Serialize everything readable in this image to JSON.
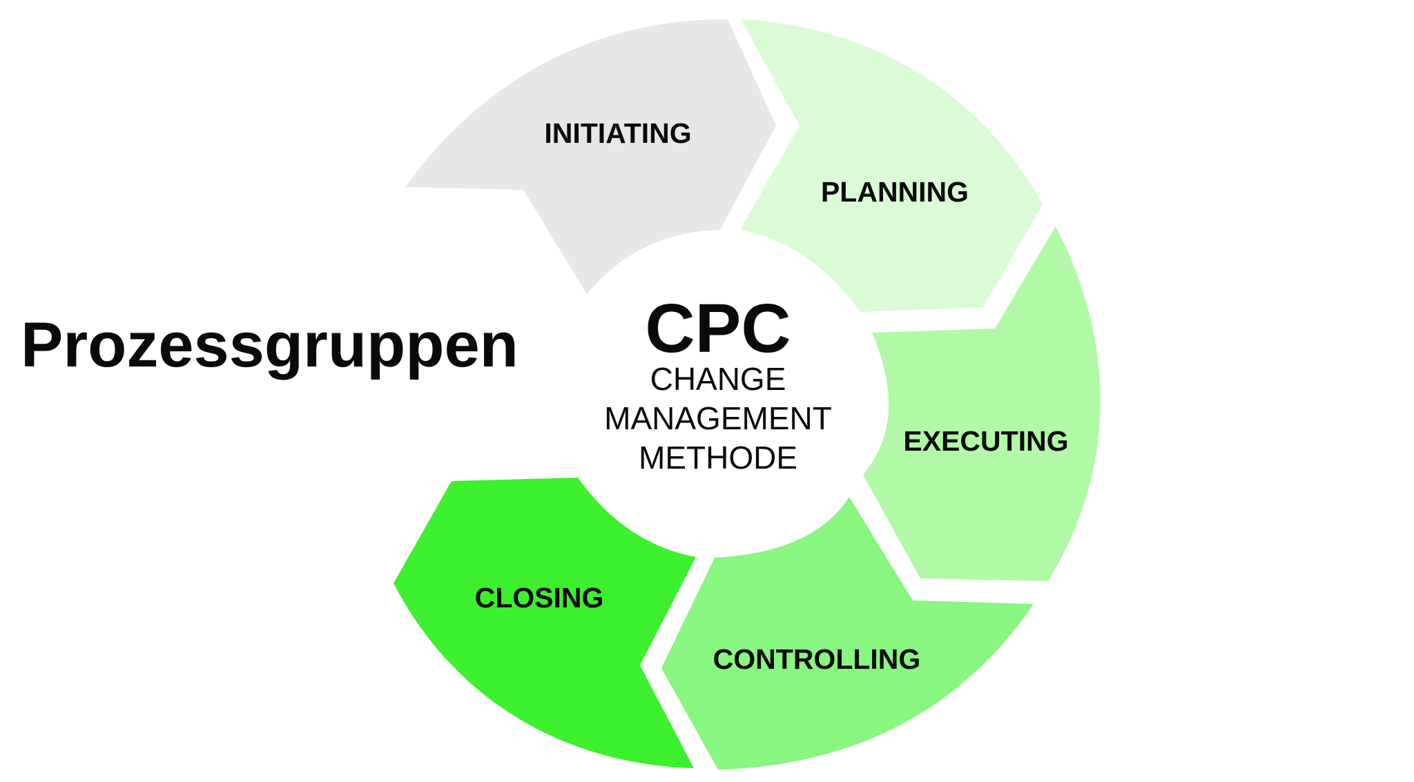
{
  "title": "Prozessgruppen",
  "center": {
    "title": "CPC",
    "lines": [
      "CHANGE",
      "MANAGEMENT",
      "METHODE"
    ],
    "fill": "#ffffff"
  },
  "segments": [
    {
      "label": "INITIATING",
      "color": "#e7e7e7"
    },
    {
      "label": "PLANNING",
      "color": "#dafbd5"
    },
    {
      "label": "EXECUTING",
      "color": "#b1f9a7"
    },
    {
      "label": "CONTROLLING",
      "color": "#88f680"
    },
    {
      "label": "CLOSING",
      "color": "#3cf02e"
    }
  ]
}
